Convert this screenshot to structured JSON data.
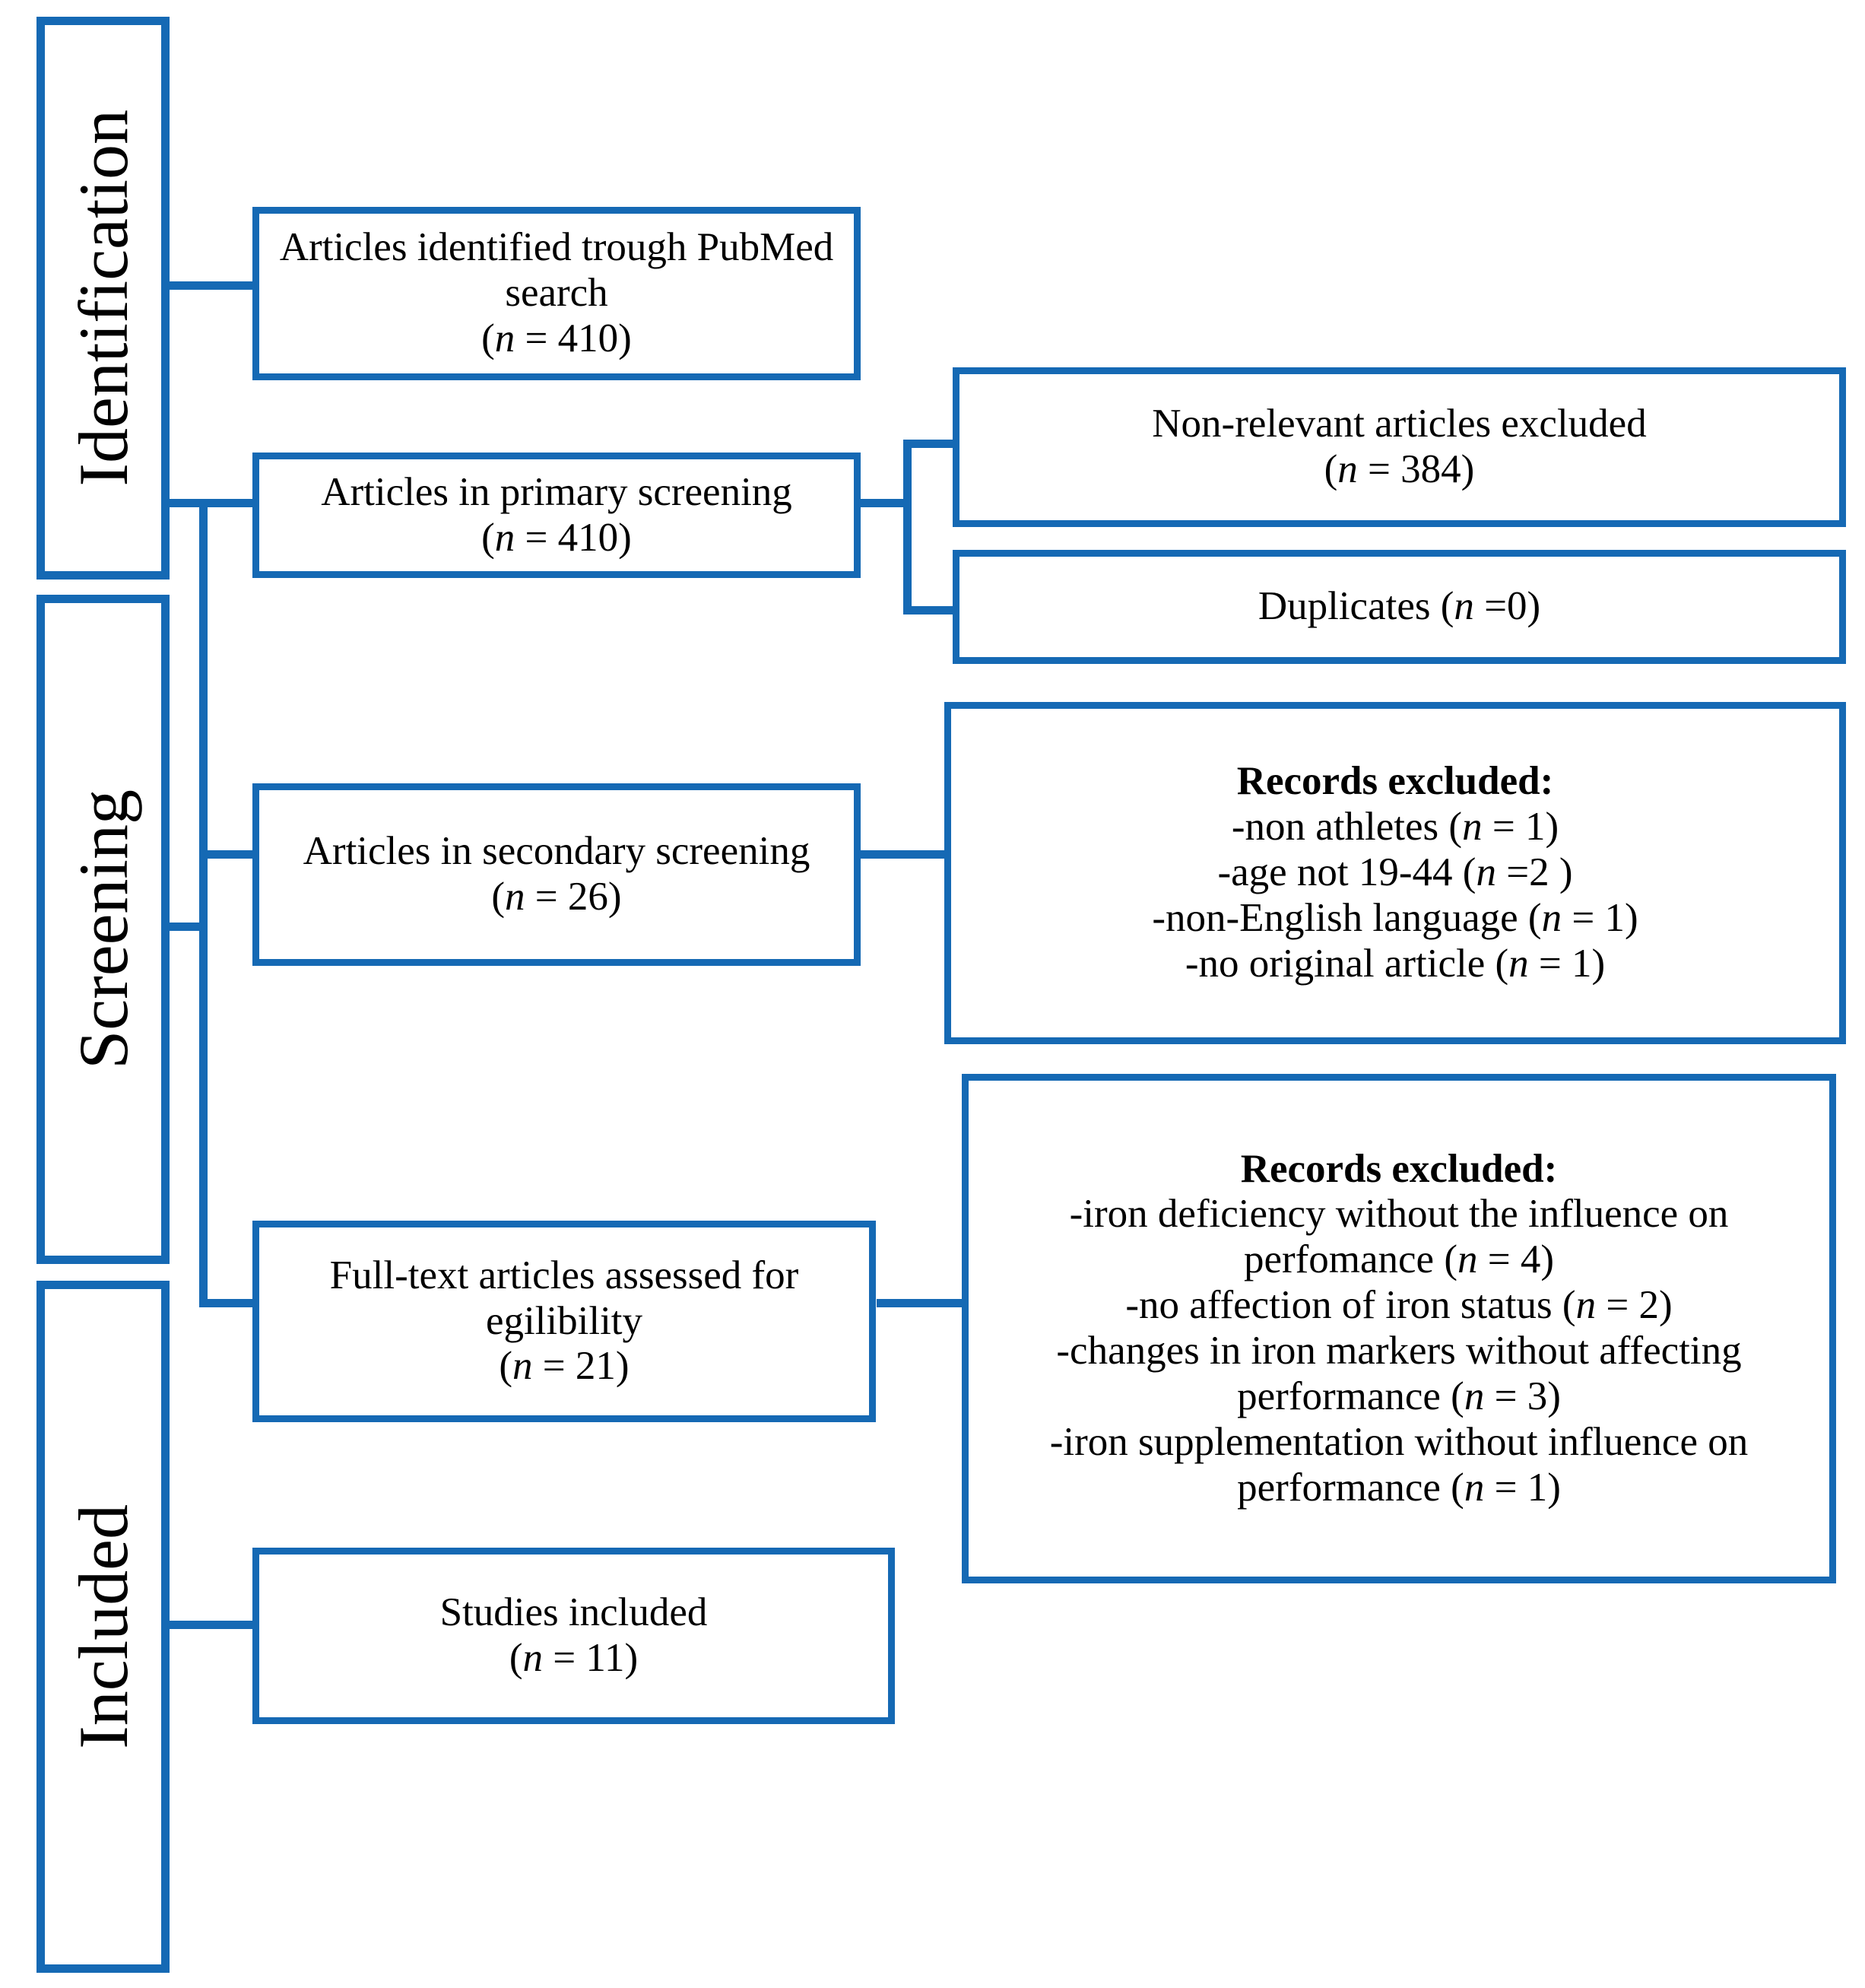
{
  "diagram": {
    "title": "PRISMA flow diagram",
    "accent_color": "#1569B4",
    "text_color": "#000000",
    "background": "#ffffff"
  },
  "stages": [
    {
      "id": "identification",
      "label": "Identification"
    },
    {
      "id": "screening",
      "label": "Screening"
    },
    {
      "id": "included",
      "label": "Included"
    }
  ],
  "boxes": {
    "identified": {
      "line1": "Articles identified trough PubMed",
      "line2": "search",
      "count_open": "(",
      "count_n": "n",
      "count_rest": " = 410)"
    },
    "primary_screening": {
      "line1": "Articles in primary screening",
      "count_open": "(",
      "count_n": "n",
      "count_rest": " = 410)"
    },
    "secondary_screening": {
      "line1": "Articles in secondary screening",
      "count_open": "(",
      "count_n": "n",
      "count_rest": " = 26)"
    },
    "fulltext": {
      "line1": "Full-text articles assessed for",
      "line2": "egilibility",
      "count_open": "(",
      "count_n": "n",
      "count_rest": " = 21)"
    },
    "included": {
      "line1": "Studies included",
      "count_open": "(",
      "count_n": "n",
      "count_rest": " = 11)"
    },
    "non_relevant": {
      "line1": "Non-relevant articles excluded",
      "count_open": "(",
      "count_n": "n",
      "count_rest": " = 384)"
    },
    "duplicates": {
      "prefix": "Duplicates (",
      "count_n": "n",
      "count_rest": " =0)"
    },
    "records_excluded_screening": {
      "heading": "Records excluded:",
      "items": [
        {
          "text": "-non athletes (",
          "n": "n",
          "rest": " = 1)"
        },
        {
          "text": "-age not 19-44 (",
          "n": "n",
          "rest": " =2 )"
        },
        {
          "text": "-non-English language (",
          "n": "n",
          "rest": " = 1)"
        },
        {
          "text": "-no original article (",
          "n": "n",
          "rest": " = 1)"
        }
      ]
    },
    "records_excluded_eligibility": {
      "heading": "Records excluded:",
      "items": [
        {
          "text": "-iron deficiency without the influence on perfomance (",
          "n": "n",
          "rest": " = 4)"
        },
        {
          "text": "-no affection of iron status (",
          "n": "n",
          "rest": " = 2)"
        },
        {
          "text": "-changes in iron markers without affecting performance (",
          "n": "n",
          "rest": " = 3)"
        },
        {
          "text": "-iron supplementation without influence on performance (",
          "n": "n",
          "rest": " = 1)"
        }
      ]
    }
  }
}
